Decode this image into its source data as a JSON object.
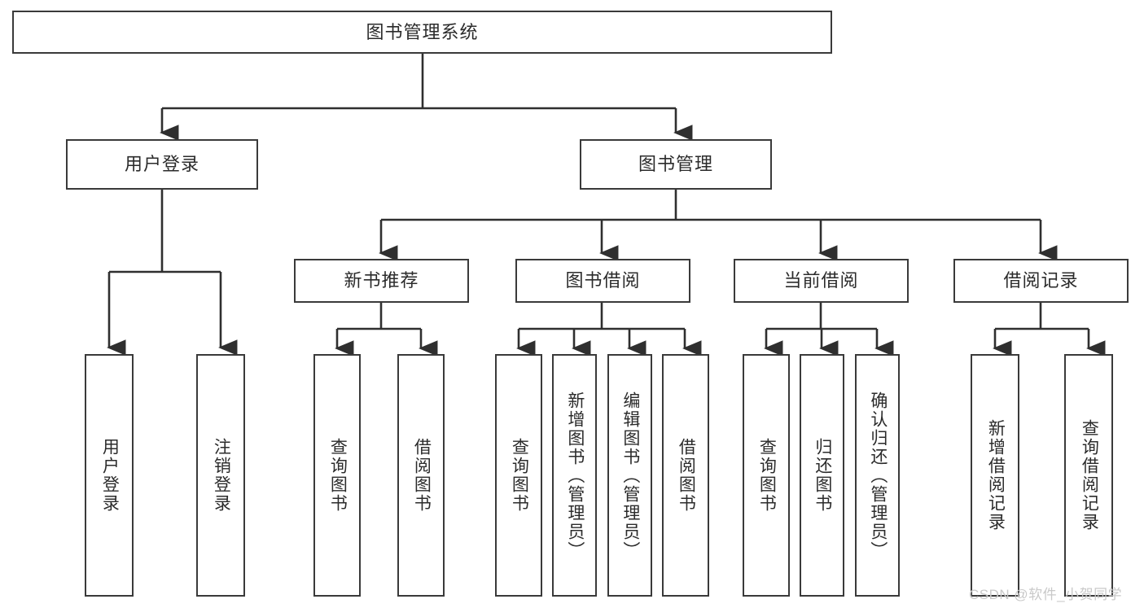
{
  "diagram": {
    "type": "tree-hierarchy-chart",
    "title_node": "图书管理系统",
    "watermark": "CSDN @软件_小贺同学",
    "colors": {
      "background": "#ffffff",
      "box_border": "#3a3a3a",
      "connector": "#2f2f2f",
      "text": "#2b2b2b",
      "watermark": "#c9c9c9"
    },
    "levels": {
      "level1": [
        "图书管理系统"
      ],
      "level2": [
        "用户登录",
        "图书管理"
      ],
      "level3": [
        "新书推荐",
        "图书借阅",
        "当前借阅",
        "借阅记录"
      ],
      "level4": [
        "用户登录",
        "注销登录",
        "查询图书",
        "借阅图书",
        "查询图书",
        "新增图书（管理员）",
        "编辑图书（管理员）",
        "借阅图书",
        "查询图书",
        "归还图书",
        "确认归还（管理员）",
        "新增借阅记录",
        "查询借阅记录"
      ]
    },
    "nodes": {
      "root": {
        "label": "图书管理系统"
      },
      "user_login": {
        "label": "用户登录"
      },
      "book_manage": {
        "label": "图书管理"
      },
      "new_book_rec": {
        "label": "新书推荐"
      },
      "book_borrow": {
        "label": "图书借阅"
      },
      "current_borrow": {
        "label": "当前借阅"
      },
      "borrow_record": {
        "label": "借阅记录"
      },
      "leaf_user_login": {
        "label": "用户登录"
      },
      "leaf_logout": {
        "label": "注销登录"
      },
      "leaf_query_book_a": {
        "label": "查询图书"
      },
      "leaf_borrow_book_a": {
        "label": "借阅图书"
      },
      "leaf_query_book_b": {
        "label": "查询图书"
      },
      "leaf_add_book": {
        "label": "新增图书（管理员）"
      },
      "leaf_edit_book": {
        "label": "编辑图书（管理员）"
      },
      "leaf_borrow_book_b": {
        "label": "借阅图书"
      },
      "leaf_query_book_c": {
        "label": "查询图书"
      },
      "leaf_return_book": {
        "label": "归还图书"
      },
      "leaf_confirm_return": {
        "label": "确认归还（管理员）"
      },
      "leaf_add_record": {
        "label": "新增借阅记录"
      },
      "leaf_query_record": {
        "label": "查询借阅记录"
      }
    }
  }
}
